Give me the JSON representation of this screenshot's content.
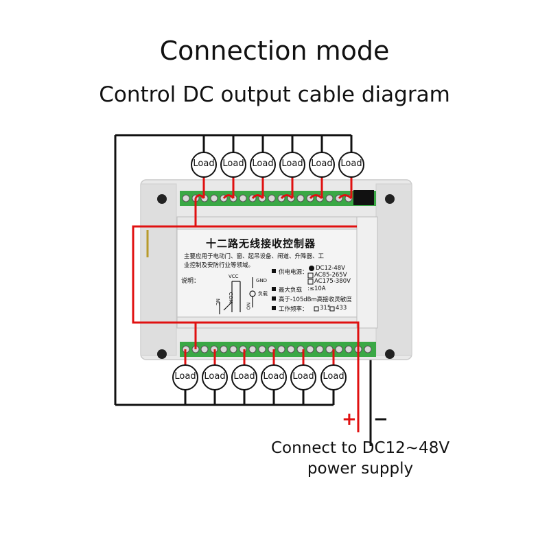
{
  "header": {
    "title": "Connection mode",
    "subtitle": "Control DC output cable diagram"
  },
  "loads": {
    "top": [
      "Load",
      "Load",
      "Load",
      "Load",
      "Load",
      "Load"
    ],
    "bottom": [
      "Load",
      "Load",
      "Load",
      "Load",
      "Load",
      "Load"
    ]
  },
  "board": {
    "title": "十二路无线接收控制器",
    "description": "主要应用于电动门、窗、起吊设备、闸道、升降器、工业控制及安防行业等领域。",
    "note_label": "说明：",
    "vcc": "VCC",
    "gnd": "GND",
    "load_cn": "负载",
    "pin_nc": "NC",
    "pin_com": "COM",
    "pin_no": "NO",
    "power_label": "供电电源：",
    "power_options": [
      "DC12-48V",
      "AC85-265V",
      "AC175-380V"
    ],
    "max_load_label": "最大负载",
    "max_load_value": ":≤10A",
    "sensitivity": "高于-105dBm高接收灵敏度",
    "freq_label": "工作频率：",
    "freq_options": [
      "315",
      "433"
    ]
  },
  "power": {
    "plus": "+",
    "minus": "−",
    "caption_line1": "Connect to DC12~48V",
    "caption_line2": "power supply"
  },
  "colors": {
    "wire_black": "#111111",
    "wire_red": "#e01010",
    "terminal_green": "#3aa845",
    "enclosure": "#e9e9e9",
    "label_panel": "#f4f4f4"
  }
}
